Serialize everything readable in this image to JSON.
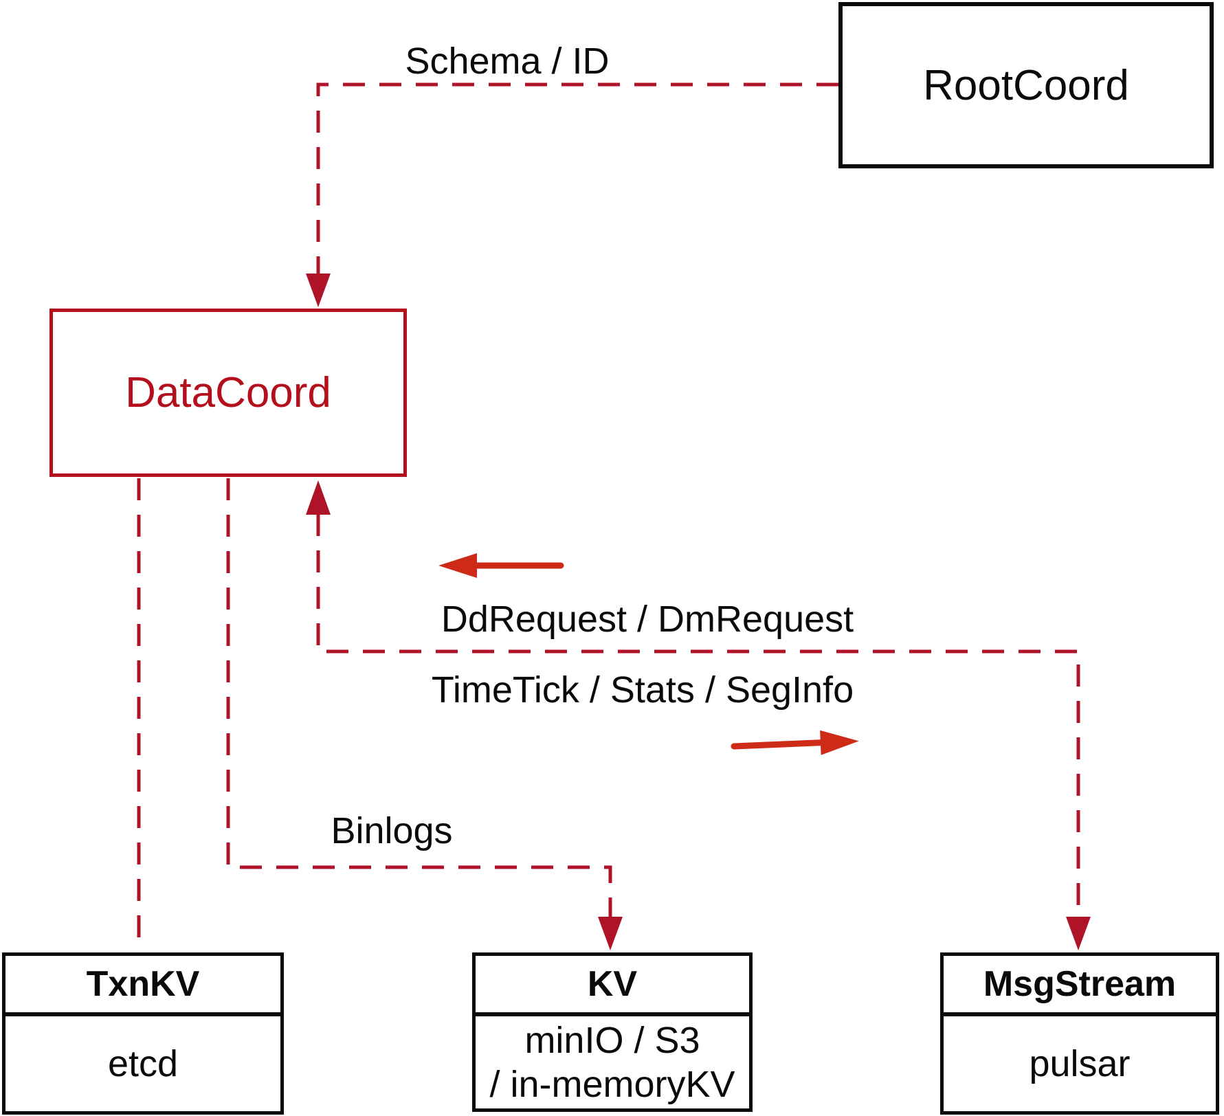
{
  "colors": {
    "edge_crimson": "#b01228",
    "datacoord_red": "#b40f1d",
    "arrow_red": "#cd2a17",
    "border_black": "#0a0a0a",
    "text_black": "#0a0a0a",
    "bg": "#ffffff"
  },
  "nodes": {
    "rootcoord": {
      "label": "RootCoord"
    },
    "datacoord": {
      "label": "DataCoord"
    },
    "txnkv": {
      "title": "TxnKV",
      "body": "etcd"
    },
    "kv": {
      "title": "KV",
      "body_line1": "minIO / S3",
      "body_line2": "/ in-memoryKV"
    },
    "msgstream": {
      "title": "MsgStream",
      "body": "pulsar"
    }
  },
  "edge_labels": {
    "schema_id": "Schema / ID",
    "dd_request": "DdRequest / DmRequest",
    "timetick": "TimeTick / Stats / SegInfo",
    "binlogs": "Binlogs"
  }
}
